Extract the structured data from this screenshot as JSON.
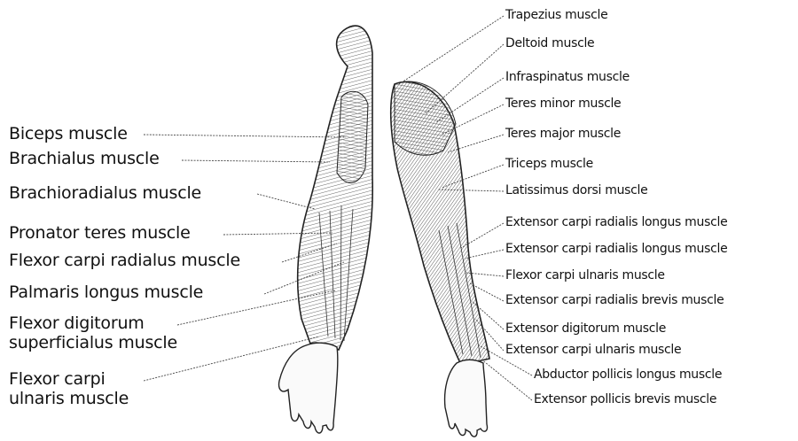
{
  "left_labels": [
    {
      "text": "Biceps muscle"
    },
    {
      "text": "Brachialus muscle"
    },
    {
      "text": "Brachioradialus muscle"
    },
    {
      "text": "Pronator teres muscle"
    },
    {
      "text": "Flexor carpi radialus muscle"
    },
    {
      "text": "Palmaris longus muscle"
    },
    {
      "text": "Flexor digitorum"
    },
    {
      "text": "superficialus muscle"
    },
    {
      "text": "Flexor carpi"
    },
    {
      "text": "ulnaris muscle"
    }
  ],
  "right_labels": [
    {
      "text": "Trapezius muscle"
    },
    {
      "text": "Deltoid muscle"
    },
    {
      "text": "Infraspinatus muscle"
    },
    {
      "text": "Teres minor muscle"
    },
    {
      "text": "Teres major muscle"
    },
    {
      "text": "Triceps muscle"
    },
    {
      "text": "Latissimus dorsi muscle"
    },
    {
      "text": "Extensor carpi radialis longus muscle"
    },
    {
      "text": "Extensor carpi radialis longus muscle"
    },
    {
      "text": "Flexor carpi ulnaris muscle"
    },
    {
      "text": "Extensor carpi radialis brevis muscle"
    },
    {
      "text": "Extensor digitorum muscle"
    },
    {
      "text": "Extensor carpi ulnaris muscle"
    },
    {
      "text": "Abductor pollicis longus muscle"
    },
    {
      "text": "Extensor pollicis brevis muscle"
    }
  ]
}
